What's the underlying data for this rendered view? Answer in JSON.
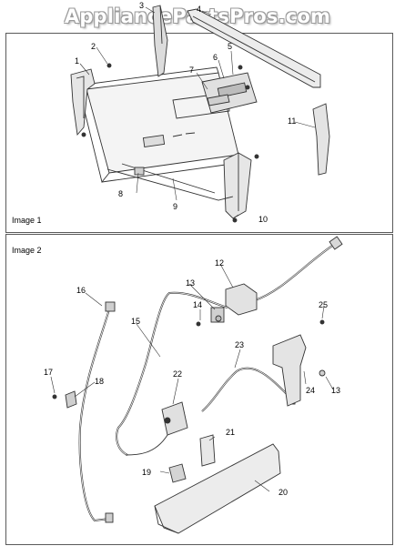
{
  "watermark": "AppliancePartsPros.com",
  "panels": [
    {
      "label": "Image 1",
      "callouts": [
        "1",
        "2",
        "3",
        "4",
        "5",
        "6",
        "7",
        "8",
        "9",
        "10",
        "11"
      ]
    },
    {
      "label": "Image 2",
      "callouts": [
        "12",
        "13",
        "13",
        "14",
        "15",
        "16",
        "17",
        "18",
        "19",
        "20",
        "21",
        "22",
        "23",
        "24",
        "25"
      ]
    }
  ]
}
